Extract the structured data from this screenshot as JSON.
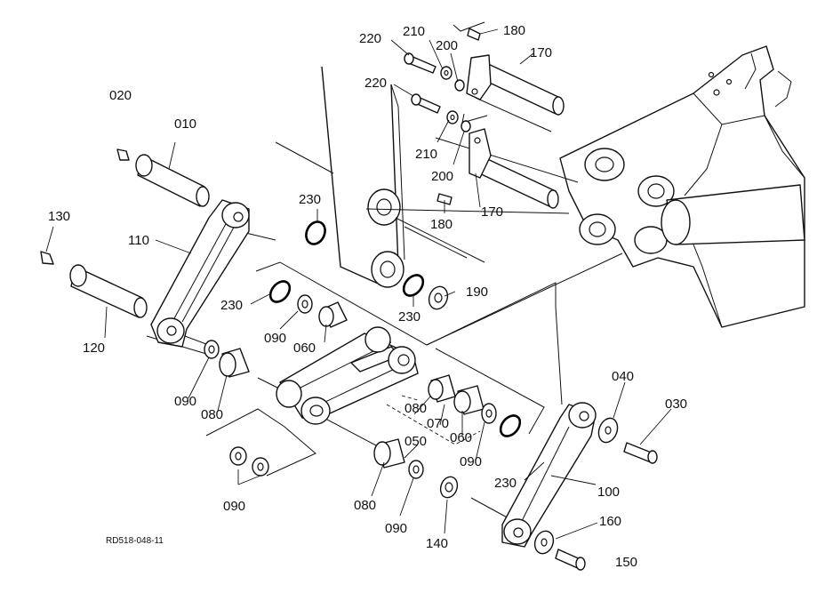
{
  "diagram": {
    "drawing_code": "RD518-048-11",
    "part_labels": {
      "p020": "020",
      "p010": "010",
      "p130": "130",
      "p110": "110",
      "p120": "120",
      "p220a": "220",
      "p210a": "210",
      "p200a": "200",
      "p180a": "180",
      "p170a": "170",
      "p220b": "220",
      "p210b": "210",
      "p200b": "200",
      "p180b": "180",
      "p170b": "170",
      "p230a": "230",
      "p230b": "230",
      "p230c": "230",
      "p190": "190",
      "p090a": "090",
      "p060a": "060",
      "p090b": "090",
      "p080a": "080",
      "p090c": "090",
      "p080b": "080",
      "p070": "070",
      "p060b": "060",
      "p050": "050",
      "p090d": "090",
      "p080c": "080",
      "p090e": "090",
      "p140": "140",
      "p040": "040",
      "p030": "030",
      "p230d": "230",
      "p100": "100",
      "p160": "160",
      "p150": "150"
    }
  }
}
